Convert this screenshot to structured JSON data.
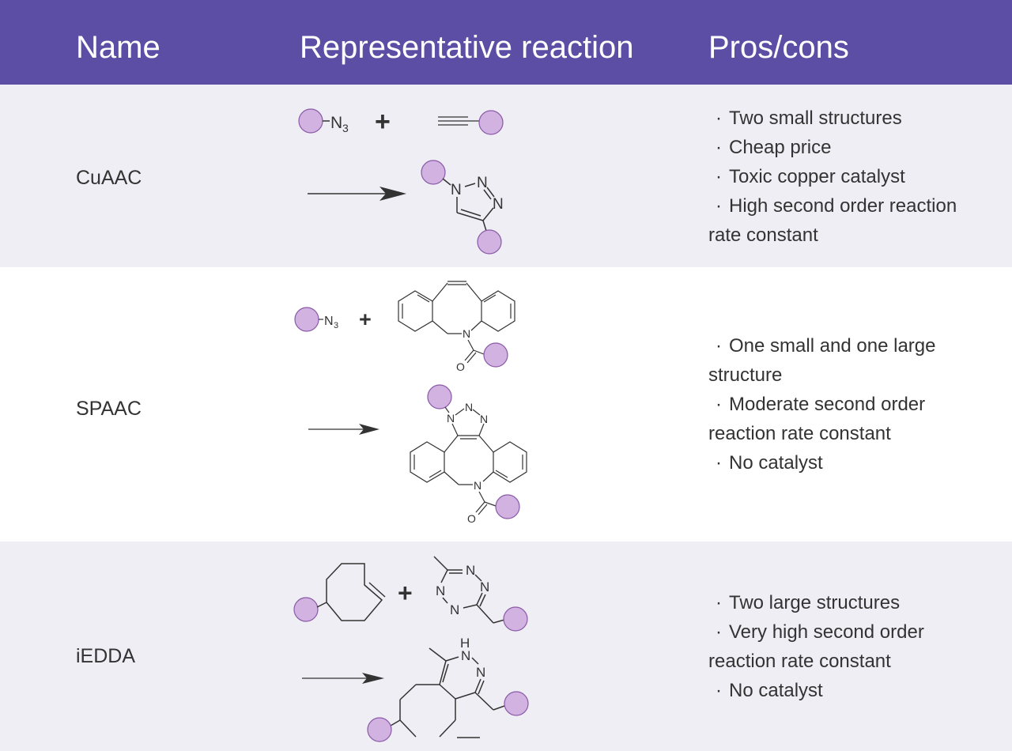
{
  "header": {
    "name_label": "Name",
    "reaction_label": "Representative reaction",
    "pros_label": "Pros/cons"
  },
  "colors": {
    "header_bg": "#5c4ea4",
    "row_shaded": "#efeef4",
    "ball_fill": "#d1b2e0",
    "ball_stroke": "#8a5aa8"
  },
  "rows": [
    {
      "name": "CuAAC",
      "pros": [
        "Two small structures",
        "Cheap price",
        "Toxic copper catalyst",
        "High second order reaction rate constant"
      ],
      "labels": {
        "azide": "N",
        "azide_sub": "3",
        "n1": "N",
        "n2": "N",
        "n3": "N"
      }
    },
    {
      "name": "SPAAC",
      "pros": [
        "One small and one large structure",
        "Moderate second order reaction rate constant",
        "No catalyst"
      ],
      "labels": {
        "azide": "N",
        "azide_sub": "3",
        "n_amide": "N",
        "o_amide": "O",
        "n1": "N",
        "n2": "N",
        "n3": "N",
        "n_amide2": "N",
        "o_amide2": "O"
      }
    },
    {
      "name": "iEDDA",
      "pros": [
        "Two large structures",
        "Very high second order reaction rate constant",
        "No catalyst"
      ],
      "labels": {
        "t1": "N",
        "t2": "N",
        "t3": "N",
        "t4": "N",
        "h": "H",
        "p1": "N",
        "p2": "N"
      }
    }
  ],
  "bullet": "·",
  "plus": "+"
}
